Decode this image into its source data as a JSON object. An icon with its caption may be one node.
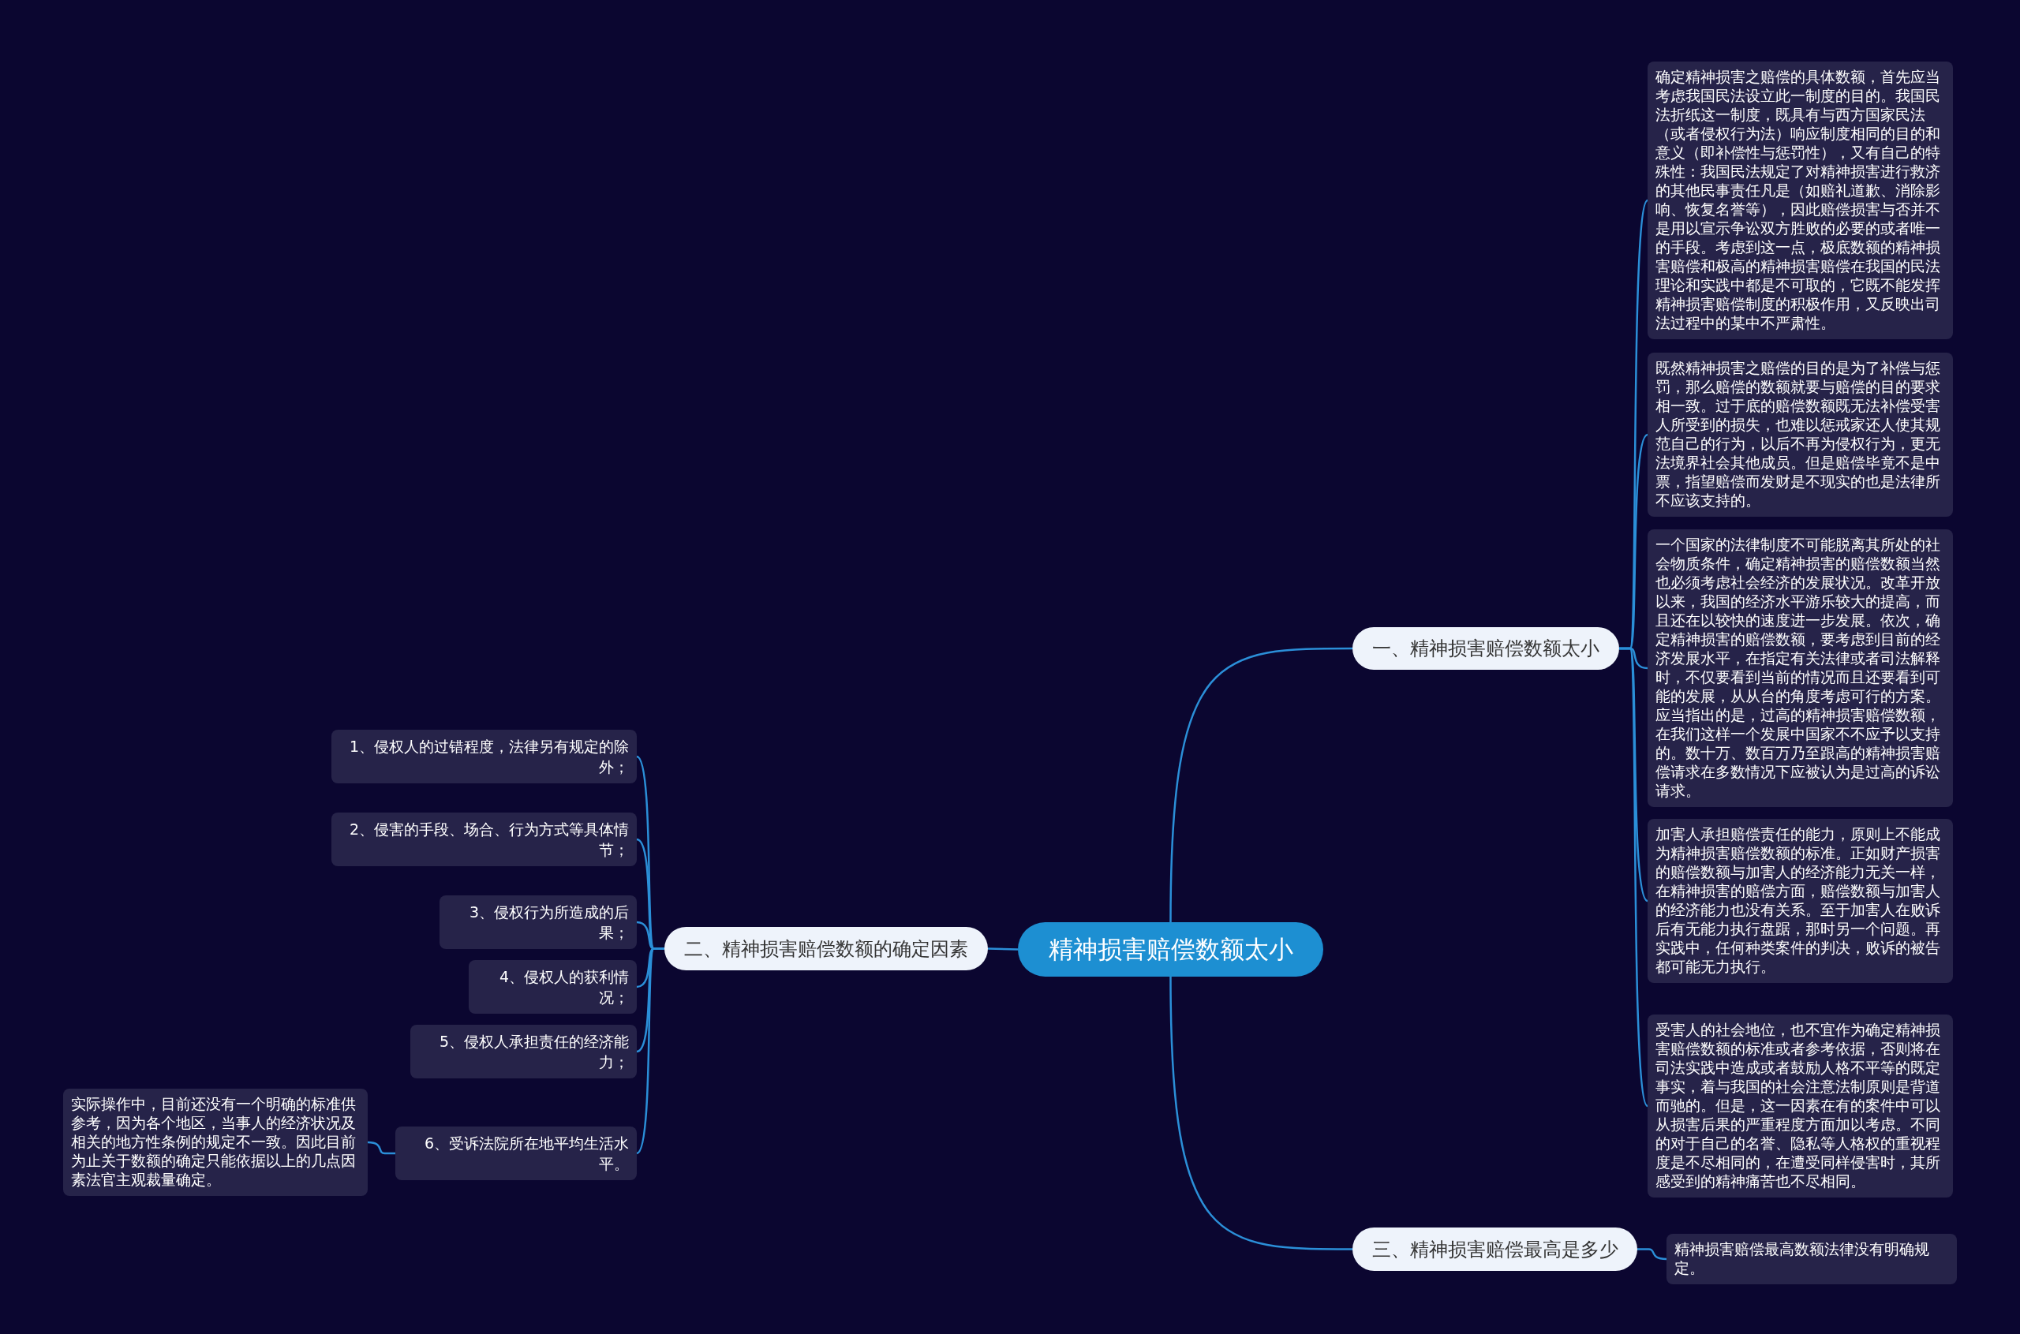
{
  "diagram": {
    "nodes": [
      {
        "text": [
          "精神损害赔偿数额太小"
        ]
      },
      {
        "text": [
          "一、精神损害赔偿数额太小"
        ]
      },
      {
        "text": [
          "确定精神损害之赔偿的具体数额，首先应当考虑我国民法设立此一制度的目的。我国民法折纸这一制度，既具有与西方国家民法（或者侵权行为法）响应制度相同的目的和意义（即补偿性与惩罚性），又有自己的特殊性：我国民法规定了对精神损害进行救济的其他民事责任凡是（如赔礼道歉、消除影响、恢复名誉等），因此赔偿损害与否并不是用以宣示争讼双方胜败的必要的或者唯一的手段。考虑到这一点，极底数额的精神损害赔偿和极高的精神损害赔偿在我国的民法理论和实践中都是不可取的，它既不能发挥精神损害赔偿制度的积极作用，又反映出司法过程中的某中不严肃性。"
        ]
      },
      {
        "text": [
          "既然精神损害之赔偿的目的是为了补偿与惩罚，那么赔偿的数额就要与赔偿的目的要求相一致。过于底的赔偿数额既无法补偿受害人所受到的损失，也难以惩戒家还人使其规范自己的行为，以后不再为侵权行为，更无法境界社会其他成员。但是赔偿毕竟不是中票，指望赔偿而发财是不现实的也是法律所不应该支持的。"
        ]
      },
      {
        "text": [
          "一个国家的法律制度不可能脱离其所处的社会物质条件，确定精神损害的赔偿数额当然也必须考虑社会经济的发展状况。改革开放以来，我国的经济水平游乐较大的提高，而且还在以较快的速度进一步发展。依次，确定精神损害的赔偿数额，要考虑到目前的经济发展水平，在指定有关法律或者司法解释时，不仅要看到当前的情况而且还要看到可能的发展，从从台的角度考虑可行的方案。应当指出的是，过高的精神损害赔偿数额，在我们这样一个发展中国家不不应予以支持的。数十万、数百万乃至跟高的精神损害赔偿请求在多数情况下应被认为是过高的诉讼请求。"
        ]
      },
      {
        "text": [
          "加害人承担赔偿责任的能力，原则上不能成为精神损害赔偿数额的标准。正如财产损害的赔偿数额与加害人的经济能力无关一样，在精神损害的赔偿方面，赔偿数额与加害人的经济能力也没有关系。至于加害人在败诉后有无能力执行盘踞，那时另一个问题。再实践中，任何种类案件的判决，败诉的被告都可能无力执行。"
        ]
      },
      {
        "text": [
          "受害人的社会地位，也不宜作为确定精神损害赔偿数额的标准或者参考依据，否则将在司法实践中造成或者鼓励人格不平等的既定事实，着与我国的社会注意法制原则是背道而驰的。但是，这一因素在有的案件中可以从损害后果的严重程度方面加以考虑。不同的对于自己的名誉、隐私等人格权的重视程度是不尽相同的，在遭受同样侵害时，其所感受到的精神痛苦也不尽相同。"
        ]
      },
      {
        "text": [
          "二、精神损害赔偿数额的确定因素"
        ]
      },
      {
        "text": [
          "1、侵权人的过错程度，法律另有规定的除外；"
        ]
      },
      {
        "text": [
          "2、侵害的手段、场合、行为方式等具体情节；"
        ]
      },
      {
        "text": [
          "3、侵权行为所造成的后果；"
        ]
      },
      {
        "text": [
          "4、侵权人的获利情况；"
        ]
      },
      {
        "text": [
          "5、侵权人承担责任的经济能力；"
        ]
      },
      {
        "text": [
          "6、受诉法院所在地平均生活水平。"
        ]
      },
      {
        "text": [
          "实际操作中，目前还没有一个明确的标准供参考，因为各个地区，当事人的经济状况及相关的地方性条例的规定不一致。因此目前为止关于数额的确定只能依据以上的几点因素法官主观裁量确定。"
        ]
      },
      {
        "text": [
          "三、精神损害赔偿最高是多少"
        ]
      },
      {
        "text": [
          "精神损害赔偿最高数额法律没有明确规定。"
        ]
      }
    ],
    "edges": [
      {
        "from": 0,
        "to": 1,
        "arrow": "none"
      },
      {
        "from": 1,
        "to": 2,
        "arrow": "none"
      },
      {
        "from": 1,
        "to": 3,
        "arrow": "none"
      },
      {
        "from": 1,
        "to": 4,
        "arrow": "none"
      },
      {
        "from": 1,
        "to": 5,
        "arrow": "none"
      },
      {
        "from": 1,
        "to": 6,
        "arrow": "none"
      },
      {
        "from": 0,
        "to": 7,
        "arrow": "none"
      },
      {
        "from": 7,
        "to": 8,
        "arrow": "none"
      },
      {
        "from": 7,
        "to": 9,
        "arrow": "none"
      },
      {
        "from": 7,
        "to": 10,
        "arrow": "none"
      },
      {
        "from": 7,
        "to": 11,
        "arrow": "none"
      },
      {
        "from": 7,
        "to": 12,
        "arrow": "none"
      },
      {
        "from": 7,
        "to": 13,
        "arrow": "none"
      },
      {
        "from": 13,
        "to": 14,
        "arrow": "none"
      },
      {
        "from": 0,
        "to": 15,
        "arrow": "none"
      },
      {
        "from": 15,
        "to": 16,
        "arrow": "none"
      }
    ]
  }
}
